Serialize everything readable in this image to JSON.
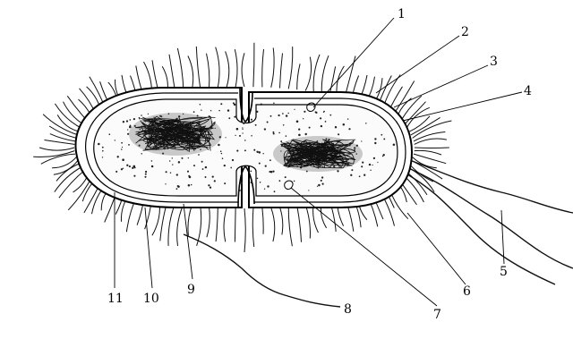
{
  "diagram": {
    "parts": [
      {
        "id": "p1",
        "label": "1"
      },
      {
        "id": "p2",
        "label": "2"
      },
      {
        "id": "p3",
        "label": "3"
      },
      {
        "id": "p4",
        "label": "4"
      },
      {
        "id": "p5",
        "label": "5"
      },
      {
        "id": "p6",
        "label": "6"
      },
      {
        "id": "p7",
        "label": "7"
      },
      {
        "id": "p8",
        "label": "8"
      },
      {
        "id": "p9",
        "label": "9"
      },
      {
        "id": "p10",
        "label": "10"
      },
      {
        "id": "p11",
        "label": "11"
      }
    ]
  }
}
